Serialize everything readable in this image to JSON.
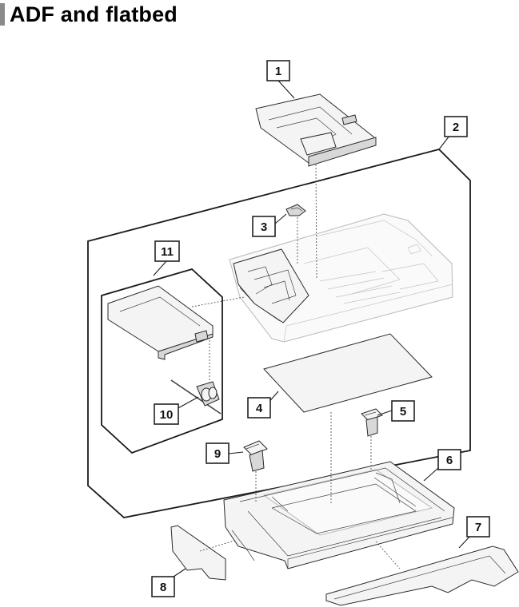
{
  "title": "ADF and flatbed",
  "callouts": [
    "1",
    "2",
    "3",
    "4",
    "5",
    "6",
    "7",
    "8",
    "9",
    "10",
    "11"
  ]
}
